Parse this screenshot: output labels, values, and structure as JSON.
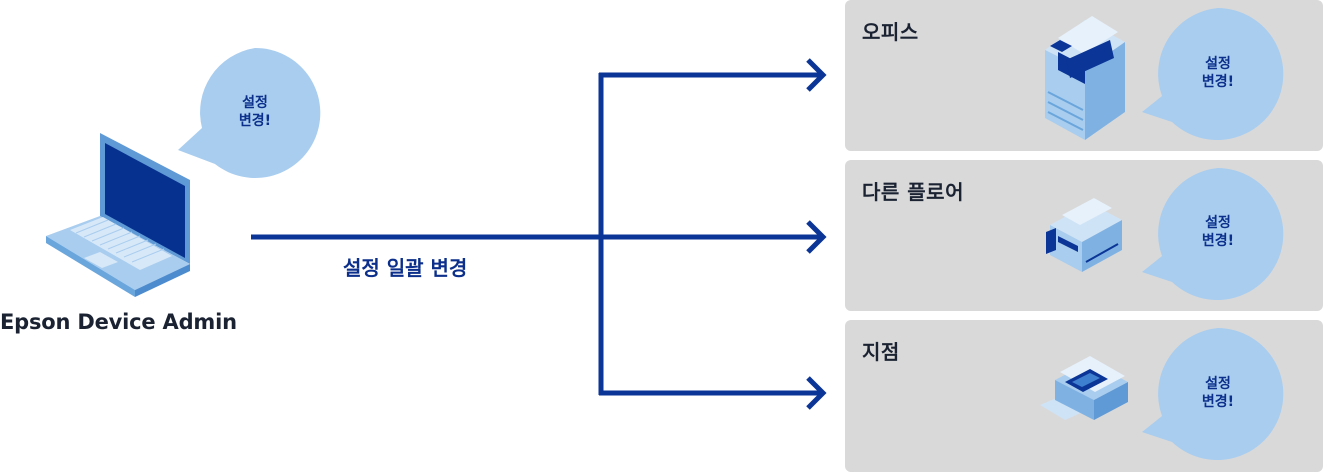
{
  "admin": {
    "label": "Epson Device Admin",
    "bubble_line1": "설정",
    "bubble_line2": "변경!"
  },
  "flow": {
    "label": "설정 일괄 변경"
  },
  "locations": [
    {
      "name": "오피스",
      "device": "multifunction-copier",
      "bubble_line1": "설정",
      "bubble_line2": "변경!"
    },
    {
      "name": "다른 플로어",
      "device": "compact-printer",
      "bubble_line1": "설정",
      "bubble_line2": "변경!"
    },
    {
      "name": "지점",
      "device": "document-scanner",
      "bubble_line1": "설정",
      "bubble_line2": "변경!"
    }
  ],
  "colors": {
    "line": "#0b3596",
    "panel": "#d9d9d9",
    "bubble": "#a9cdef",
    "device_light": "#b9d8f3",
    "device_dark": "#0b3596"
  }
}
